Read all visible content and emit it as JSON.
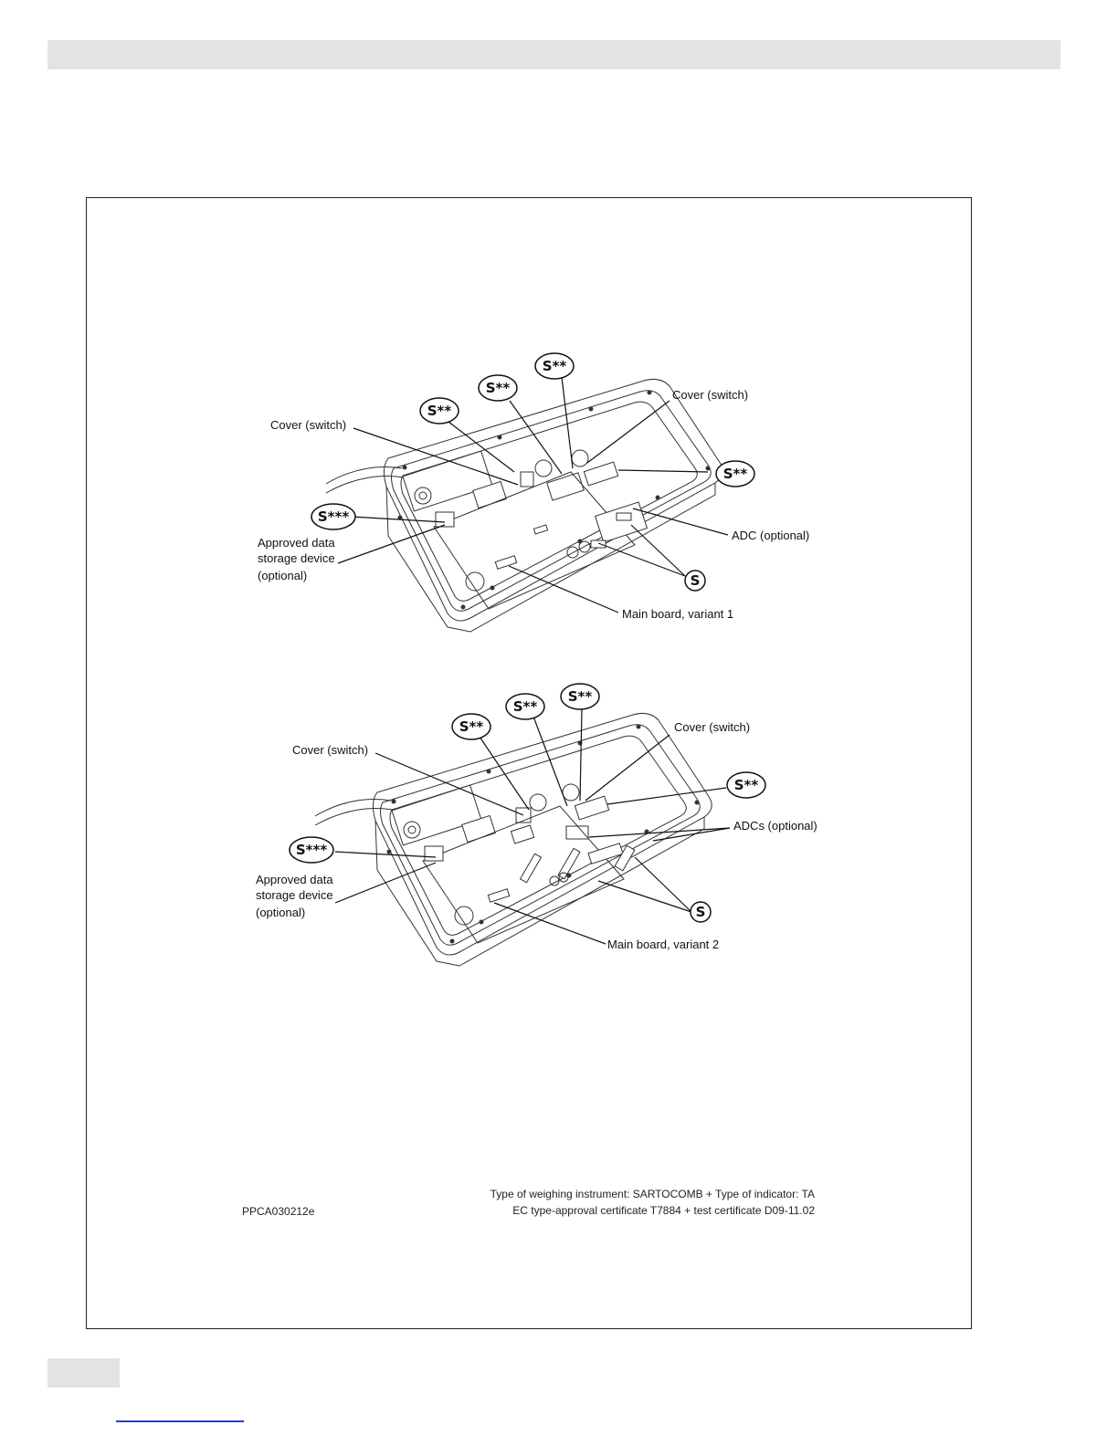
{
  "figure1": {
    "labels": {
      "cover_left": "Cover (switch)",
      "cover_right": "Cover (switch)",
      "storage_line1": "Approved data",
      "storage_line2": "storage device",
      "storage_line3": "(optional)",
      "adc": "ADC (optional)",
      "main_board": "Main board, variant 1"
    },
    "callouts": {
      "s2": "S**",
      "s3": "S***",
      "s": "S"
    }
  },
  "figure2": {
    "labels": {
      "cover_left": "Cover (switch)",
      "cover_right": "Cover (switch)",
      "storage_line1": "Approved data",
      "storage_line2": "storage device",
      "storage_line3": "(optional)",
      "adcs": "ADCs (optional)",
      "main_board": "Main board, variant 2"
    },
    "callouts": {
      "s2": "S**",
      "s3": "S***",
      "s": "S"
    }
  },
  "footer": {
    "doc_code": "PPCA030212e",
    "line1": "Type of weighing instrument: SARTOCOMB  + Type of indicator: TA",
    "line2": "EC type-approval certificate T7884  +  test certificate D09-11.02"
  }
}
